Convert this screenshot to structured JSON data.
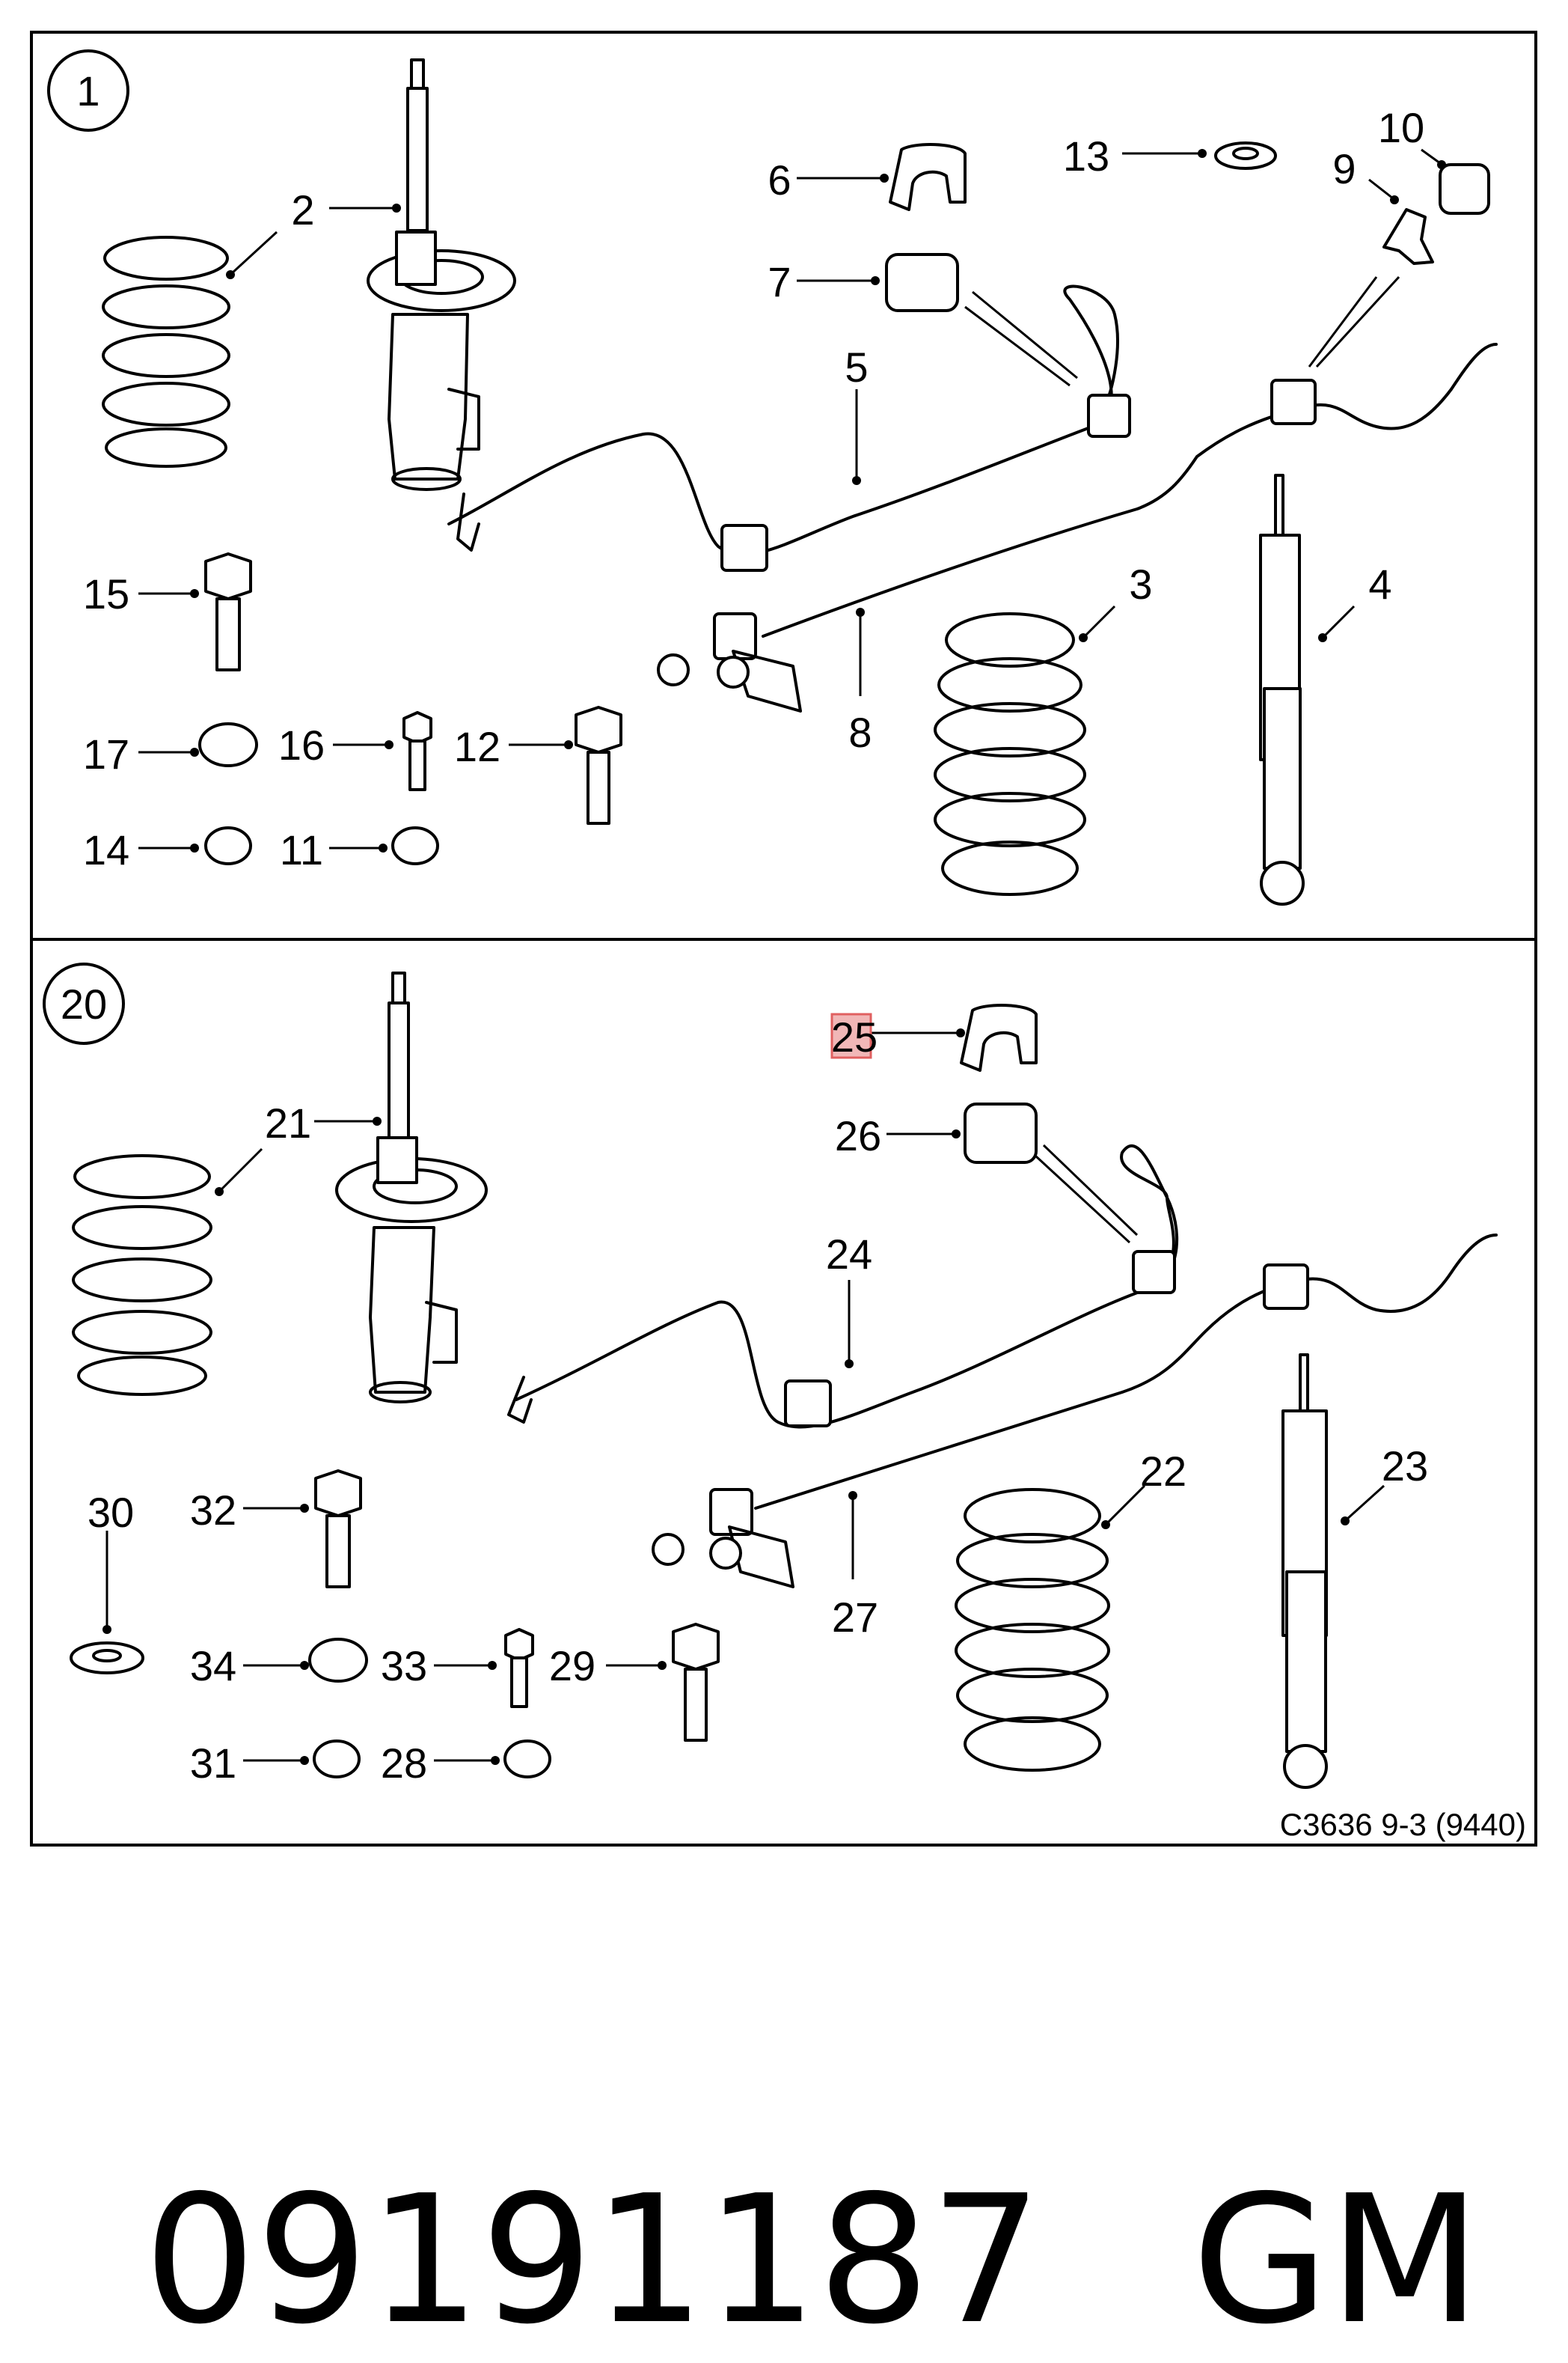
{
  "panels": [
    {
      "number": "1",
      "callouts": [
        {
          "key": "p2",
          "label": "2"
        },
        {
          "key": "p3",
          "label": "3"
        },
        {
          "key": "p4",
          "label": "4"
        },
        {
          "key": "p5",
          "label": "5"
        },
        {
          "key": "p6",
          "label": "6"
        },
        {
          "key": "p7",
          "label": "7"
        },
        {
          "key": "p8",
          "label": "8"
        },
        {
          "key": "p9",
          "label": "9"
        },
        {
          "key": "p10",
          "label": "10"
        },
        {
          "key": "p11",
          "label": "11"
        },
        {
          "key": "p12",
          "label": "12"
        },
        {
          "key": "p13",
          "label": "13"
        },
        {
          "key": "p14",
          "label": "14"
        },
        {
          "key": "p15",
          "label": "15"
        },
        {
          "key": "p16",
          "label": "16"
        },
        {
          "key": "p17",
          "label": "17"
        }
      ]
    },
    {
      "number": "20",
      "callouts": [
        {
          "key": "p21",
          "label": "21"
        },
        {
          "key": "p22",
          "label": "22"
        },
        {
          "key": "p23",
          "label": "23"
        },
        {
          "key": "p24",
          "label": "24"
        },
        {
          "key": "p25",
          "label": "25"
        },
        {
          "key": "p26",
          "label": "26"
        },
        {
          "key": "p27",
          "label": "27"
        },
        {
          "key": "p28",
          "label": "28"
        },
        {
          "key": "p29",
          "label": "29"
        },
        {
          "key": "p30",
          "label": "30"
        },
        {
          "key": "p31",
          "label": "31"
        },
        {
          "key": "p32",
          "label": "32"
        },
        {
          "key": "p33",
          "label": "33"
        },
        {
          "key": "p34",
          "label": "34"
        }
      ]
    }
  ],
  "highlighted_callout": "25",
  "highlight_color": "#e06060",
  "drawing_reference": "C3636 9-3 (9440)",
  "part_number": "09191187",
  "brand": "GM"
}
